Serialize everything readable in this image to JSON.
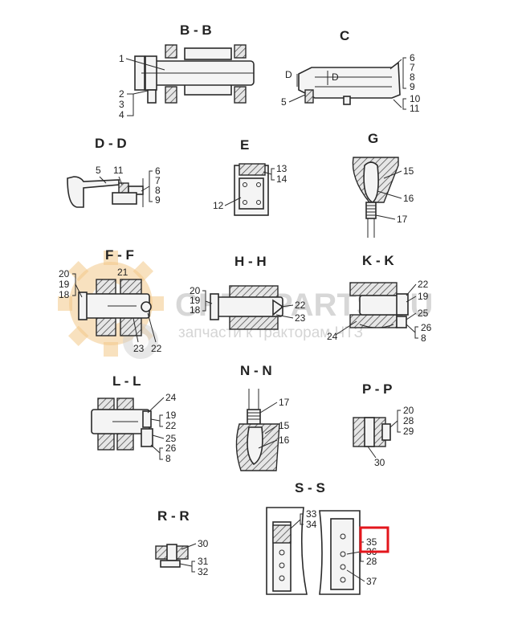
{
  "sections": {
    "bb": {
      "title": "B - B",
      "labels": [
        "1",
        "2",
        "3",
        "4"
      ]
    },
    "c": {
      "title": "C",
      "labels": [
        "D",
        "D",
        "5",
        "6",
        "7",
        "8",
        "9",
        "10",
        "11"
      ]
    },
    "dd": {
      "title": "D - D",
      "labels": [
        "5",
        "11",
        "6",
        "7",
        "8",
        "9"
      ]
    },
    "e": {
      "title": "E",
      "labels": [
        "13",
        "14",
        "12"
      ]
    },
    "g": {
      "title": "G",
      "labels": [
        "15",
        "16",
        "17"
      ]
    },
    "ff": {
      "title": "F - F",
      "labels": [
        "20",
        "19",
        "18",
        "21",
        "23",
        "22"
      ]
    },
    "hh": {
      "title": "H - H",
      "labels": [
        "20",
        "19",
        "18",
        "22",
        "23"
      ]
    },
    "kk": {
      "title": "K - K",
      "labels": [
        "22",
        "19",
        "25",
        "24",
        "26",
        "8"
      ]
    },
    "ll": {
      "title": "L - L",
      "labels": [
        "24",
        "19",
        "22",
        "25",
        "26",
        "8"
      ]
    },
    "nn": {
      "title": "N - N",
      "labels": [
        "17",
        "15",
        "16"
      ]
    },
    "pp": {
      "title": "P - P",
      "labels": [
        "20",
        "28",
        "29",
        "30"
      ]
    },
    "ss": {
      "title": "S - S",
      "labels": [
        "33",
        "34",
        "35",
        "36",
        "28",
        "37"
      ]
    },
    "rr": {
      "title": "R - R",
      "labels": [
        "30",
        "31",
        "32"
      ]
    }
  },
  "watermark": {
    "brand": "CHTZ-PARTS.RU",
    "tagline": "запчасти к тракторам ЧТЗ"
  },
  "highlight": {
    "target": "35",
    "color": "#e3161c"
  }
}
